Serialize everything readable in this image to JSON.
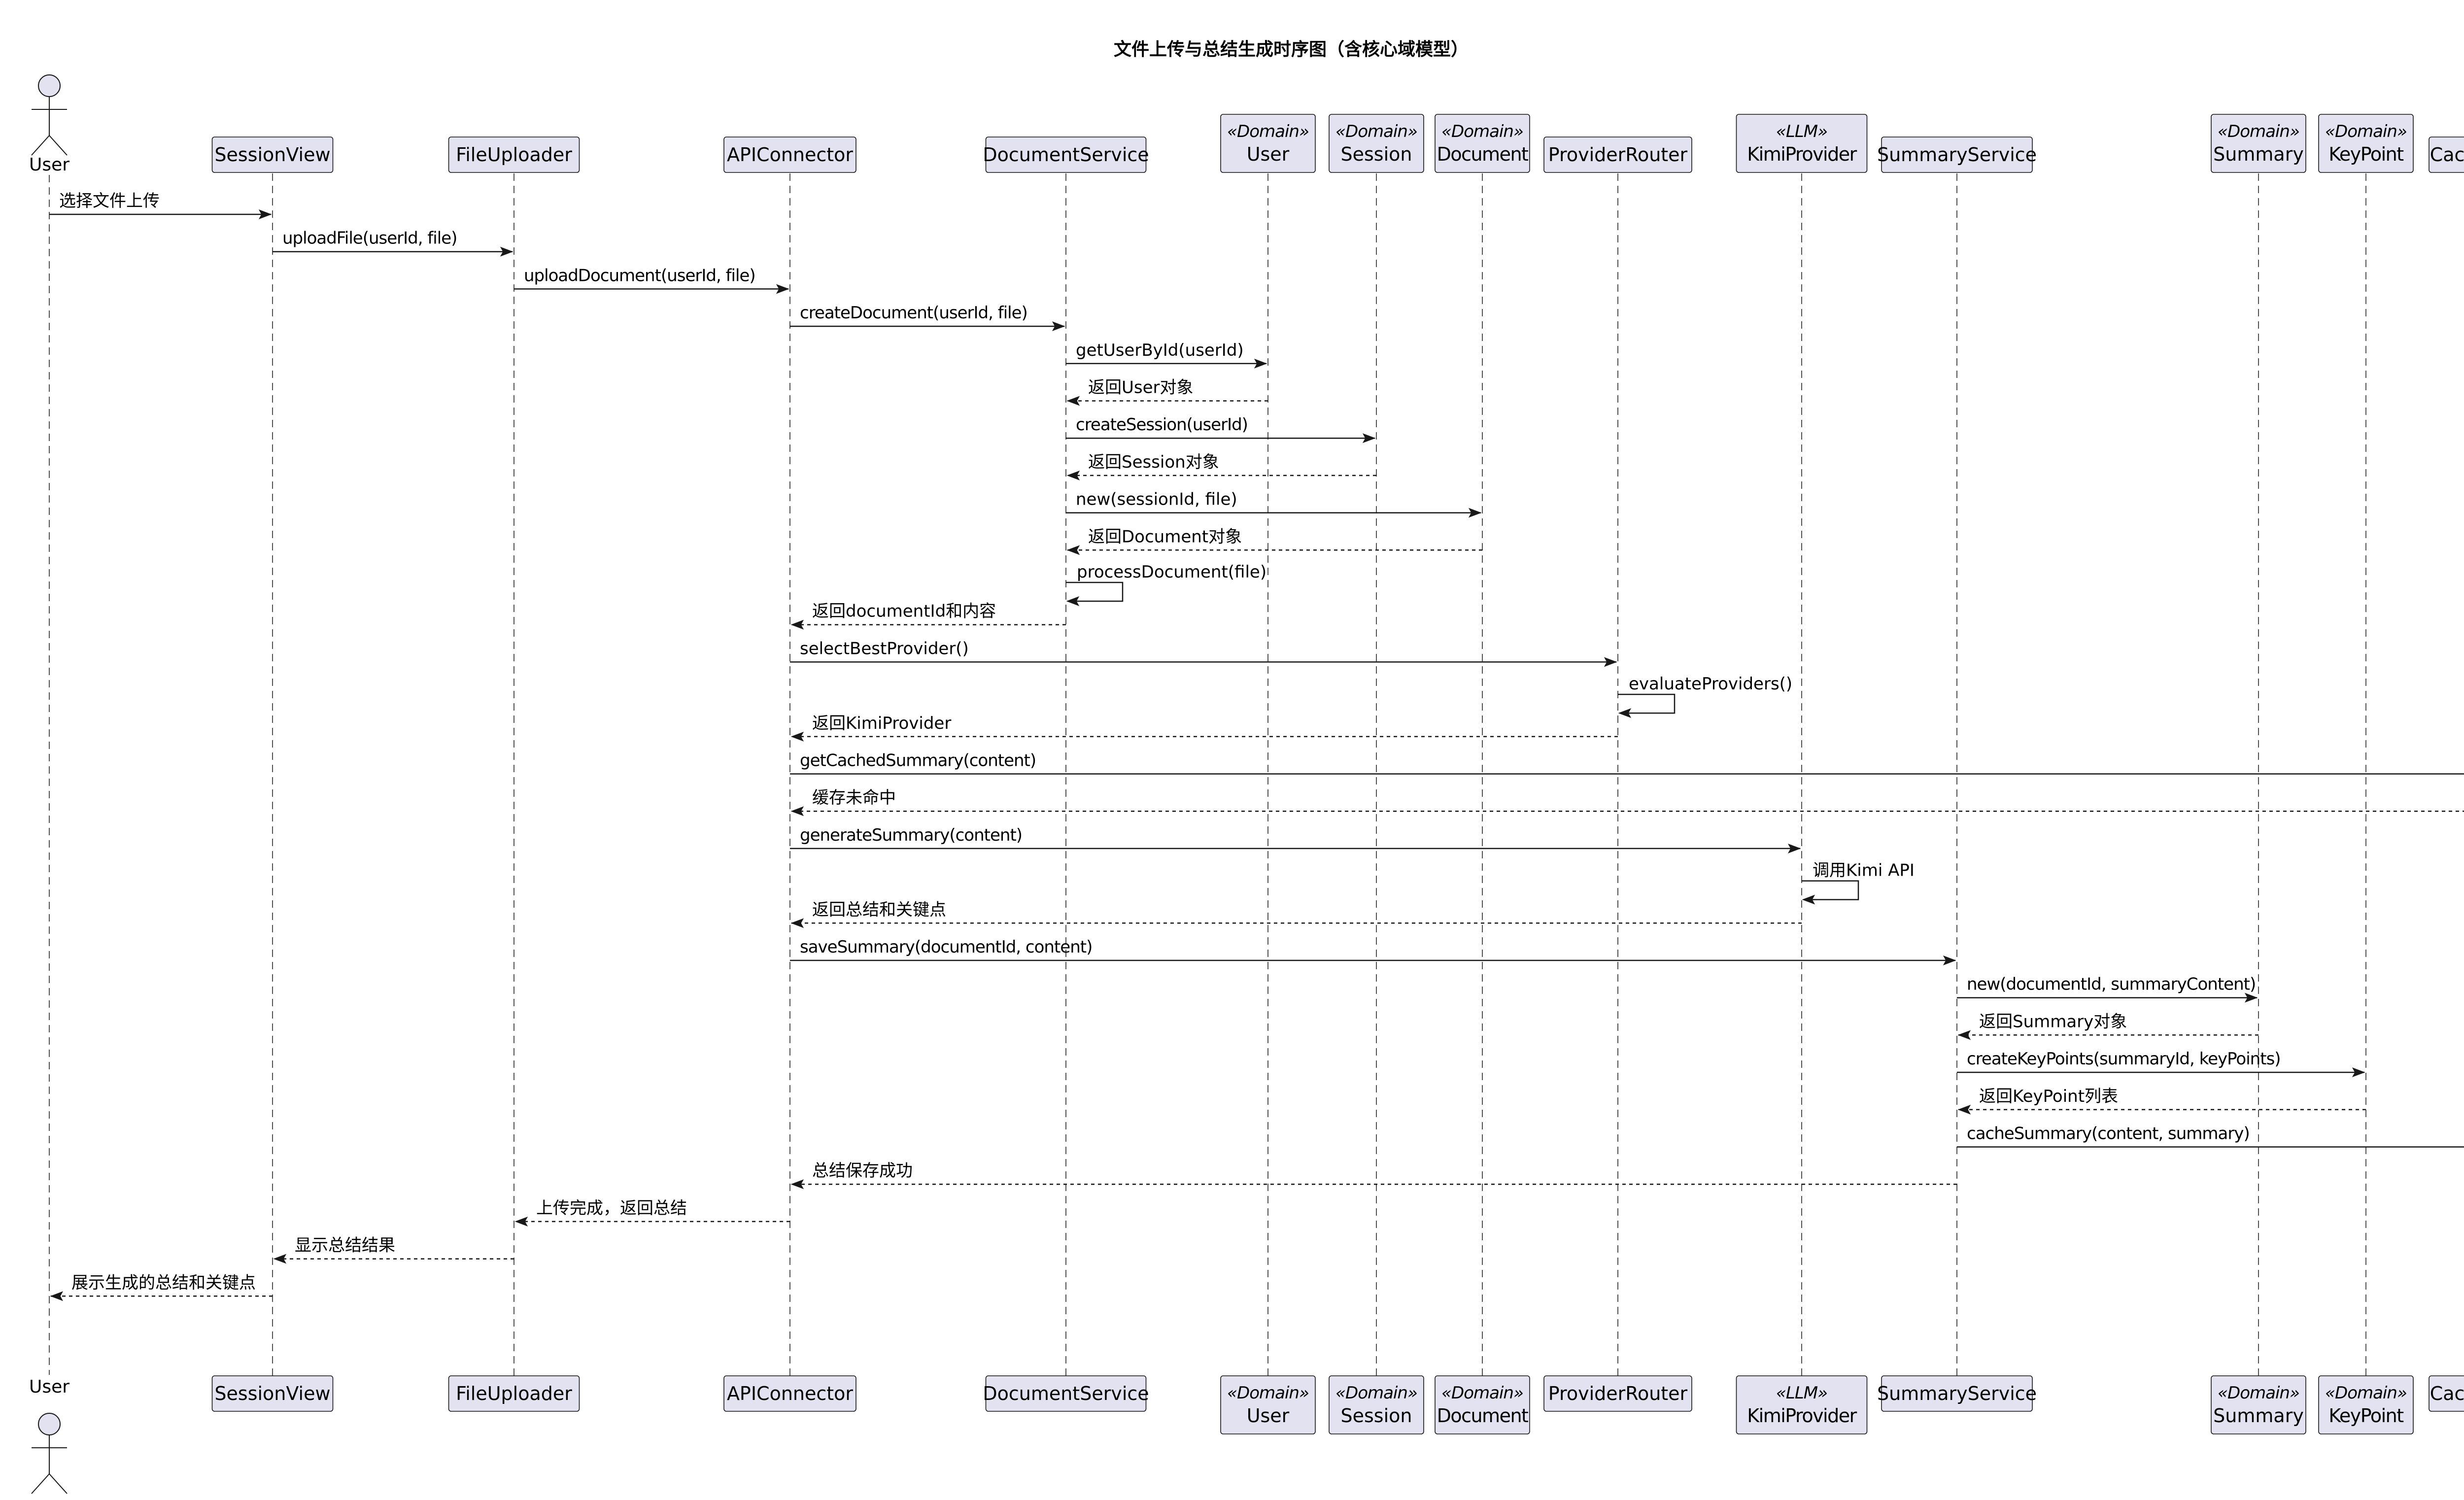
{
  "diagram": {
    "title": "文件上传与总结生成时序图（含核心域模型）",
    "type": "sequence",
    "participants": [
      {
        "id": "user",
        "kind": "actor",
        "name": "User",
        "stereotype": ""
      },
      {
        "id": "sessionview",
        "kind": "participant",
        "name": "SessionView",
        "stereotype": ""
      },
      {
        "id": "fileuploader",
        "kind": "participant",
        "name": "FileUploader",
        "stereotype": ""
      },
      {
        "id": "apiconnector",
        "kind": "participant",
        "name": "APIConnector",
        "stereotype": ""
      },
      {
        "id": "documentservice",
        "kind": "participant",
        "name": "DocumentService",
        "stereotype": ""
      },
      {
        "id": "domain-user",
        "kind": "participant",
        "name": "User",
        "stereotype": "«Domain»"
      },
      {
        "id": "domain-session",
        "kind": "participant",
        "name": "Session",
        "stereotype": "«Domain»"
      },
      {
        "id": "domain-document",
        "kind": "participant",
        "name": "Document",
        "stereotype": "«Domain»"
      },
      {
        "id": "providerrouter",
        "kind": "participant",
        "name": "ProviderRouter",
        "stereotype": ""
      },
      {
        "id": "kimiprovider",
        "kind": "participant",
        "name": "KimiProvider",
        "stereotype": "«LLM»"
      },
      {
        "id": "summaryservice",
        "kind": "participant",
        "name": "SummaryService",
        "stereotype": ""
      },
      {
        "id": "domain-summary",
        "kind": "participant",
        "name": "Summary",
        "stereotype": "«Domain»"
      },
      {
        "id": "domain-keypoint",
        "kind": "participant",
        "name": "KeyPoint",
        "stereotype": "«Domain»"
      },
      {
        "id": "cacheservice",
        "kind": "participant",
        "name": "CacheService",
        "stereotype": ""
      }
    ],
    "messages": [
      {
        "from": "user",
        "to": "sessionview",
        "label": "选择文件上传",
        "kind": "call"
      },
      {
        "from": "sessionview",
        "to": "fileuploader",
        "label": "uploadFile(userId, file)",
        "kind": "call"
      },
      {
        "from": "fileuploader",
        "to": "apiconnector",
        "label": "uploadDocument(userId, file)",
        "kind": "call"
      },
      {
        "from": "apiconnector",
        "to": "documentservice",
        "label": "createDocument(userId, file)",
        "kind": "call"
      },
      {
        "from": "documentservice",
        "to": "domain-user",
        "label": "getUserById(userId)",
        "kind": "call"
      },
      {
        "from": "domain-user",
        "to": "documentservice",
        "label": "返回User对象",
        "kind": "return"
      },
      {
        "from": "documentservice",
        "to": "domain-session",
        "label": "createSession(userId)",
        "kind": "call"
      },
      {
        "from": "domain-session",
        "to": "documentservice",
        "label": "返回Session对象",
        "kind": "return"
      },
      {
        "from": "documentservice",
        "to": "domain-document",
        "label": "new(sessionId, file)",
        "kind": "call"
      },
      {
        "from": "domain-document",
        "to": "documentservice",
        "label": "返回Document对象",
        "kind": "return"
      },
      {
        "from": "documentservice",
        "to": "documentservice",
        "label": "processDocument(file)",
        "kind": "self"
      },
      {
        "from": "documentservice",
        "to": "apiconnector",
        "label": "返回documentId和内容",
        "kind": "return"
      },
      {
        "from": "apiconnector",
        "to": "providerrouter",
        "label": "selectBestProvider()",
        "kind": "call"
      },
      {
        "from": "providerrouter",
        "to": "providerrouter",
        "label": "evaluateProviders()",
        "kind": "self"
      },
      {
        "from": "providerrouter",
        "to": "apiconnector",
        "label": "返回KimiProvider",
        "kind": "return"
      },
      {
        "from": "apiconnector",
        "to": "cacheservice",
        "label": "getCachedSummary(content)",
        "kind": "call"
      },
      {
        "from": "cacheservice",
        "to": "apiconnector",
        "label": "缓存未命中",
        "kind": "return"
      },
      {
        "from": "apiconnector",
        "to": "kimiprovider",
        "label": "generateSummary(content)",
        "kind": "call"
      },
      {
        "from": "kimiprovider",
        "to": "kimiprovider",
        "label": "调用Kimi API",
        "kind": "self"
      },
      {
        "from": "kimiprovider",
        "to": "apiconnector",
        "label": "返回总结和关键点",
        "kind": "return"
      },
      {
        "from": "apiconnector",
        "to": "summaryservice",
        "label": "saveSummary(documentId, content)",
        "kind": "call"
      },
      {
        "from": "summaryservice",
        "to": "domain-summary",
        "label": "new(documentId, summaryContent)",
        "kind": "call"
      },
      {
        "from": "domain-summary",
        "to": "summaryservice",
        "label": "返回Summary对象",
        "kind": "return"
      },
      {
        "from": "summaryservice",
        "to": "domain-keypoint",
        "label": "createKeyPoints(summaryId, keyPoints)",
        "kind": "call"
      },
      {
        "from": "domain-keypoint",
        "to": "summaryservice",
        "label": "返回KeyPoint列表",
        "kind": "return"
      },
      {
        "from": "summaryservice",
        "to": "cacheservice",
        "label": "cacheSummary(content, summary)",
        "kind": "call"
      },
      {
        "from": "summaryservice",
        "to": "apiconnector",
        "label": "总结保存成功",
        "kind": "return"
      },
      {
        "from": "apiconnector",
        "to": "fileuploader",
        "label": "上传完成，返回总结",
        "kind": "return"
      },
      {
        "from": "fileuploader",
        "to": "sessionview",
        "label": "显示总结结果",
        "kind": "return"
      },
      {
        "from": "sessionview",
        "to": "user",
        "label": "展示生成的总结和关键点",
        "kind": "return"
      }
    ]
  }
}
